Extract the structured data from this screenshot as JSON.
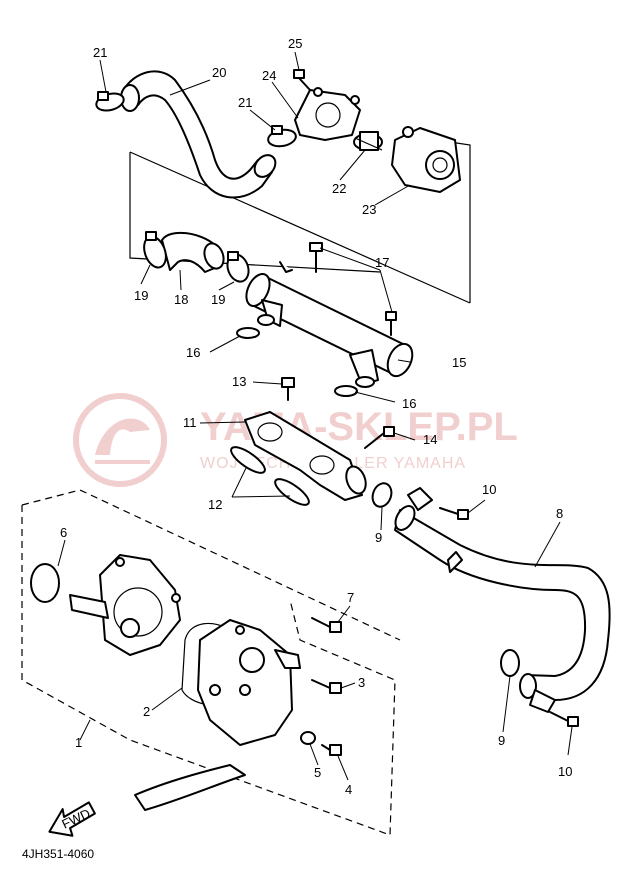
{
  "diagram": {
    "part_code": "4JH351-4060",
    "watermark": {
      "title": "YAMA-SKLEP.PL",
      "subtitle": "WOJ TECH ... DEALER YAMAHA"
    },
    "fwd_label": "FWD",
    "callouts": [
      "1",
      "2",
      "3",
      "4",
      "5",
      "6",
      "7",
      "8",
      "9",
      "9",
      "10",
      "10",
      "11",
      "12",
      "13",
      "14",
      "15",
      "16",
      "16",
      "17",
      "18",
      "19",
      "19",
      "20",
      "21",
      "21",
      "22",
      "23",
      "24",
      "25"
    ]
  }
}
